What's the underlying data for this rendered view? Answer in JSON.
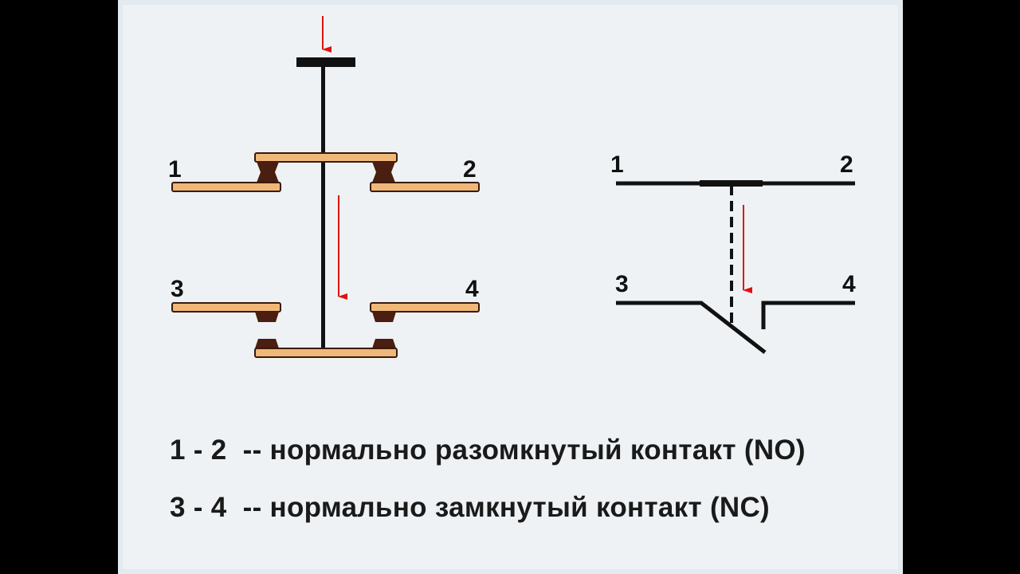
{
  "terminals": {
    "t1": "1",
    "t2": "2",
    "t3": "3",
    "t4": "4"
  },
  "legend": [
    {
      "pair": "1 - 2",
      "text": "-- нормально разомкнутый контакт (NO)"
    },
    {
      "pair": "3 - 4",
      "text": "-- нормально замкнутый контакт (NC)"
    }
  ],
  "colors": {
    "copper": "#f0b878",
    "contact": "#4a1e10",
    "arrow": "#e01010",
    "line": "#111111"
  }
}
